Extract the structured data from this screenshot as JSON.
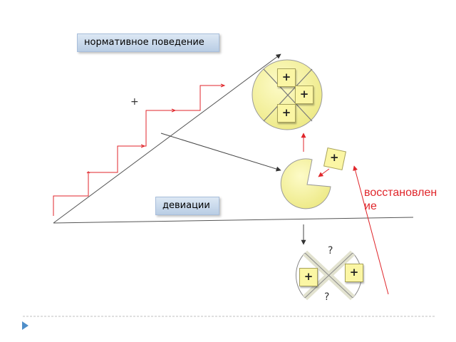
{
  "labels": {
    "normative": "нормативное поведение",
    "deviations": "девиации",
    "recovery_line1": "восстановлен",
    "recovery_line2": "ие",
    "plus": "+",
    "question": "?"
  },
  "colors": {
    "red": "#e0262b",
    "circle_fill": "#f6f39a",
    "box_fill": "#c9d9ec",
    "separator": "#bfbfbf",
    "bullet": "#4f8ec9"
  }
}
